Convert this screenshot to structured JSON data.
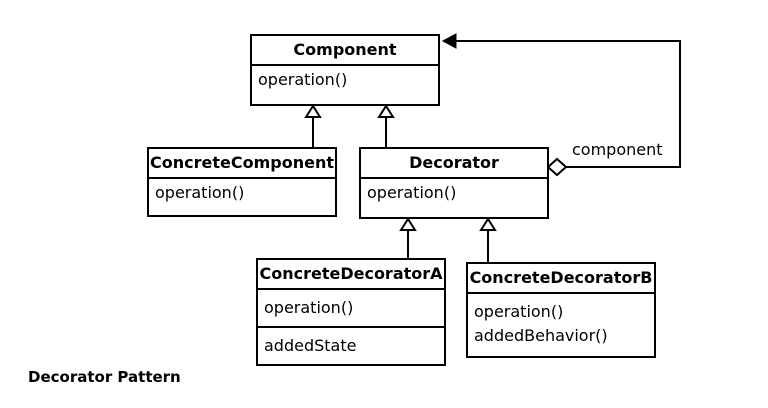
{
  "classes": {
    "component": {
      "name": "Component",
      "operations": [
        "operation()"
      ]
    },
    "concrete_component": {
      "name": "ConcreteComponent",
      "operations": [
        "operation()"
      ]
    },
    "decorator": {
      "name": "Decorator",
      "operations": [
        "operation()"
      ]
    },
    "concrete_decorator_a": {
      "name": "ConcreteDecoratorA",
      "operations": [
        "operation()"
      ],
      "attributes": [
        "addedState"
      ]
    },
    "concrete_decorator_b": {
      "name": "ConcreteDecoratorB",
      "operations": [
        "operation()",
        "addedBehavior()"
      ]
    }
  },
  "associations": {
    "decorator_to_component": {
      "label": "component"
    }
  },
  "caption": "Decorator Pattern"
}
